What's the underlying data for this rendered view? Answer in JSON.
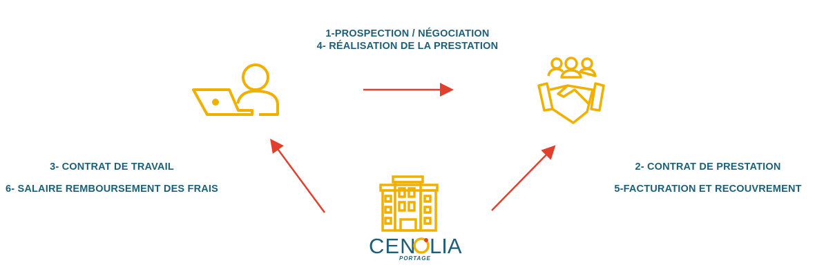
{
  "top_labels": [
    "1-PROSPECTION / NÉGOCIATION",
    "4- RÉALISATION DE LA PRESTATION"
  ],
  "left_labels": [
    "3- CONTRAT DE TRAVAIL",
    "6- SALAIRE REMBOURSEMENT DES FRAIS"
  ],
  "right_labels": [
    "2- CONTRAT DE PRESTATION",
    "5-FACTURATION ET RECOUVREMENT"
  ],
  "logo": {
    "name": "CENOLIA",
    "sub": "PORTAGE"
  },
  "icons": {
    "consultant": "person-laptop-icon",
    "client": "handshake-group-icon",
    "company": "building-icon"
  },
  "colors": {
    "icon": "#f0b000",
    "text": "#1d5e78",
    "arrow": "#e0402e"
  }
}
